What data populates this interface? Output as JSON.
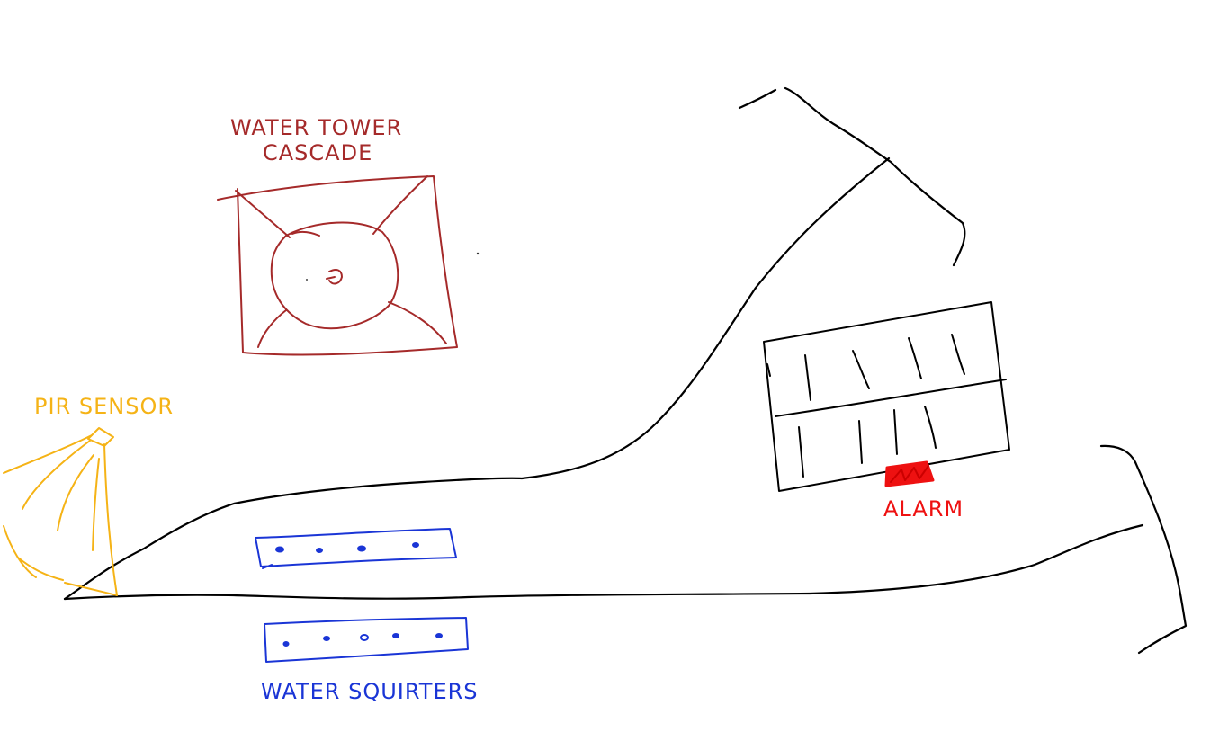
{
  "colors": {
    "background": "#ffffff",
    "path": "#000000",
    "tower": "#a52a2a",
    "sensor": "#f5b316",
    "squirters": "#1a35d6",
    "alarm": "#ee1111"
  },
  "labels": {
    "water_tower_line1": "WATER TOWER",
    "water_tower_line2": "CASCADE",
    "pir_sensor": "PIR SENSOR",
    "alarm": "ALARM",
    "water_squirters": "WATER SQUIRTERS"
  }
}
